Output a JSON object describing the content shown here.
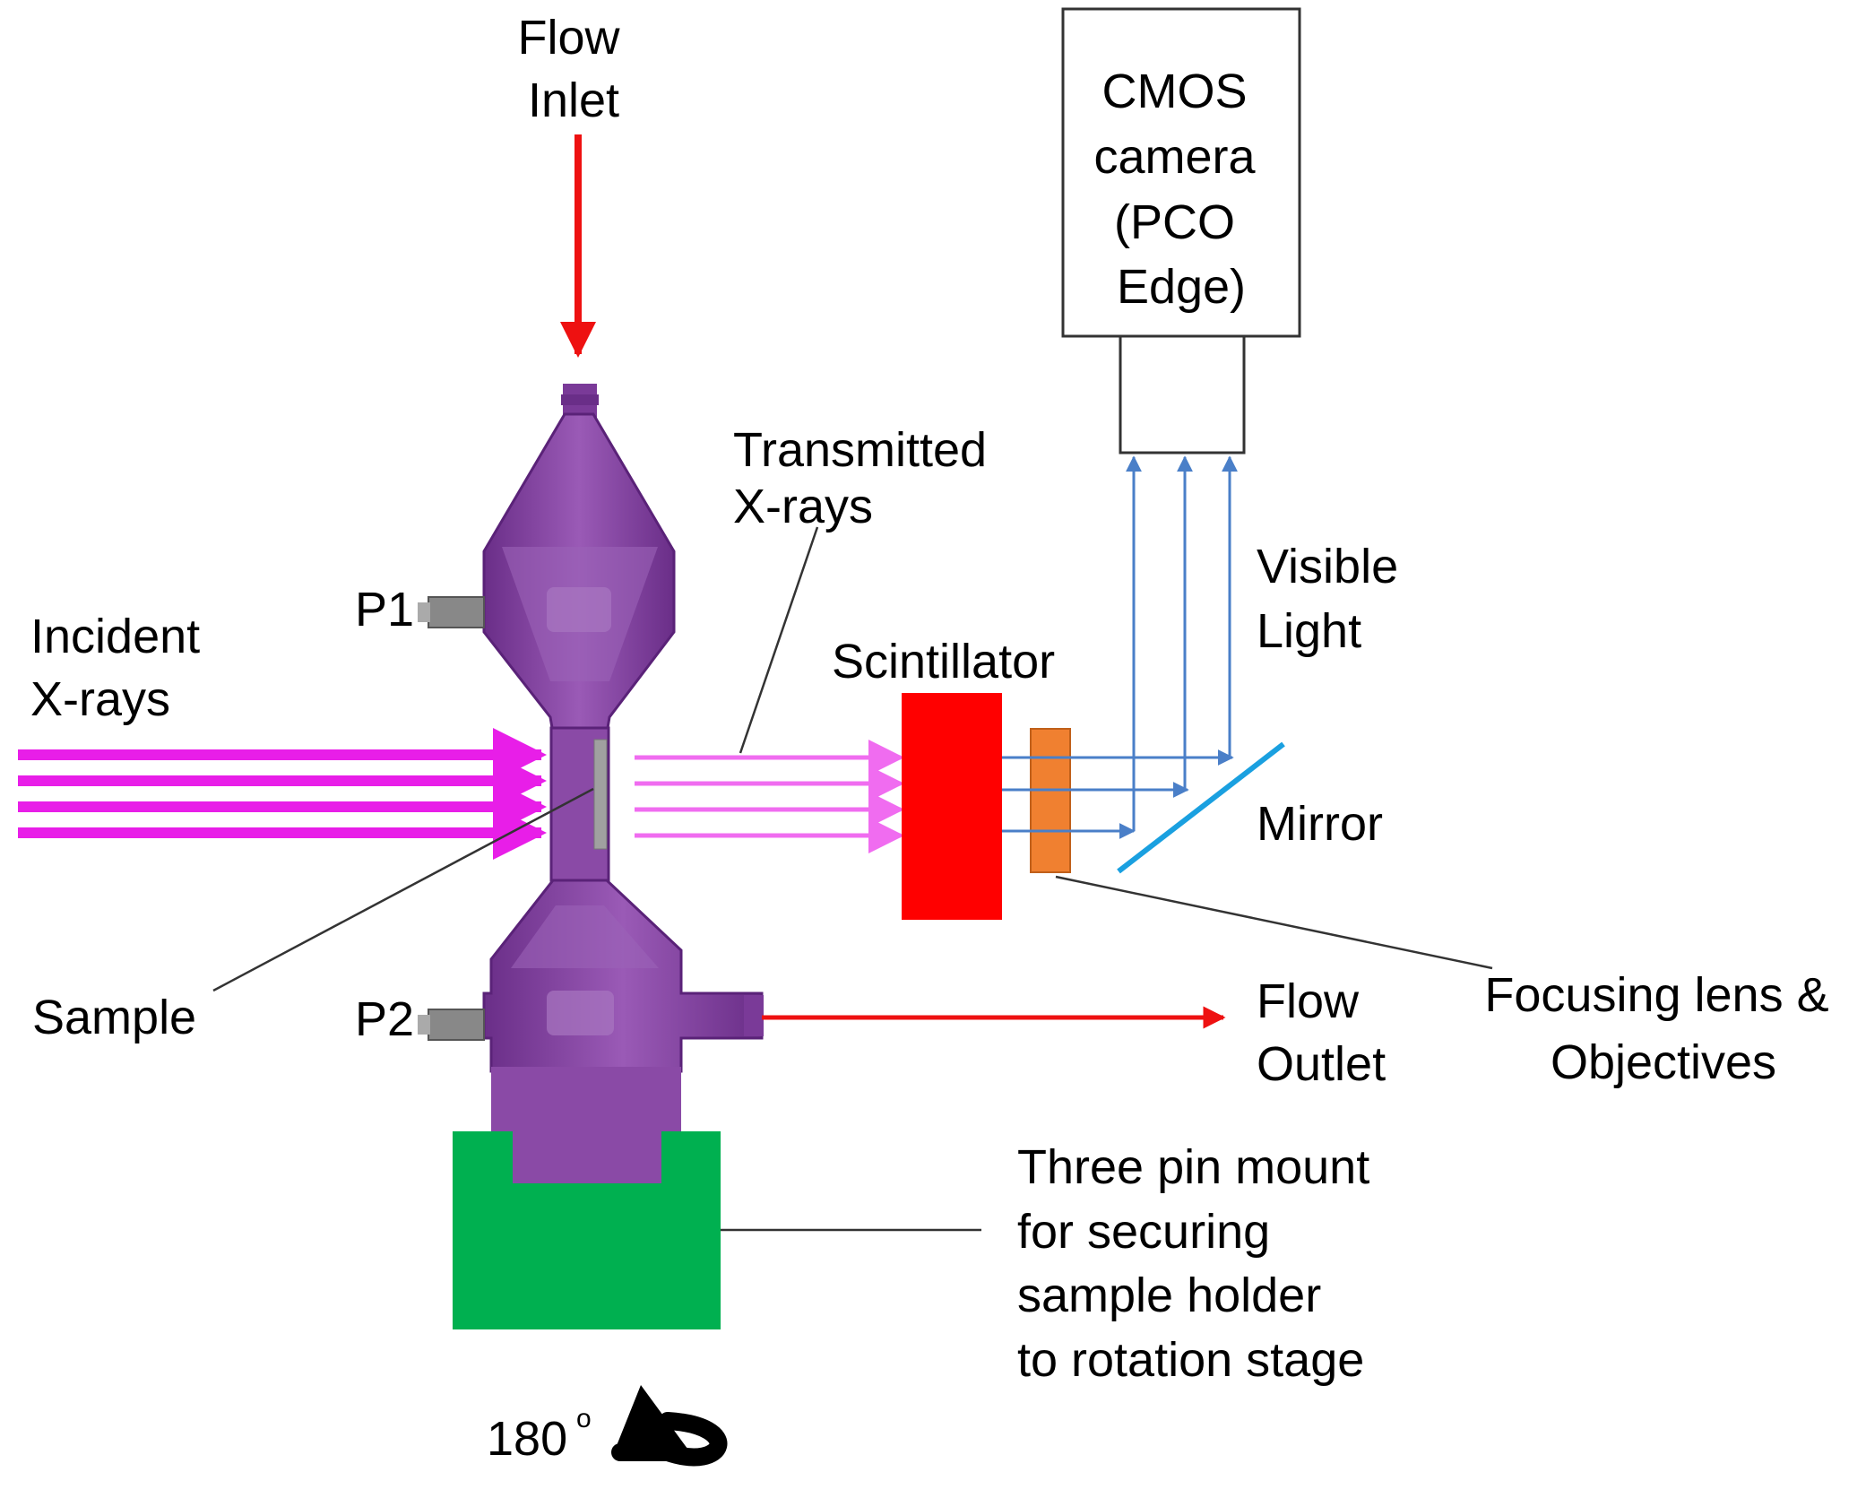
{
  "labels": {
    "flow_inlet": [
      "Flow",
      "Inlet"
    ],
    "cmos_camera": [
      "CMOS",
      "camera",
      "(PCO",
      "Edge)"
    ],
    "transmitted_xrays": [
      "Transmitted",
      "X-rays"
    ],
    "visible_light": [
      "Visible",
      "Light"
    ],
    "p1": "P1",
    "incident_xrays": [
      "Incident",
      "X-rays"
    ],
    "scintillator": "Scintillator",
    "mirror": "Mirror",
    "sample": "Sample",
    "p2": "P2",
    "flow_outlet": [
      "Flow",
      "Outlet"
    ],
    "focusing_lens": [
      "Focusing lens &",
      "Objectives"
    ],
    "three_pin_mount": [
      "Three pin mount",
      "for securing",
      "sample holder",
      "to rotation stage"
    ],
    "rotation": "180",
    "rotation_sup": "o"
  },
  "colors": {
    "holder_purple": "#8a4aa6",
    "holder_purple_dark": "#6a2e88",
    "incident_xray": "#e81ee8",
    "transmitted_xray": "#f06cf0",
    "flow_arrow": "#ee1111",
    "scintillator": "#ff0000",
    "lens": "#f08030",
    "visible_light": "#4a7fc8",
    "mirror": "#1aa0e0",
    "mount": "#00b050",
    "sample_grey": "#a0a0a0"
  },
  "icons": {
    "rotation": "curved-arrow-icon"
  }
}
